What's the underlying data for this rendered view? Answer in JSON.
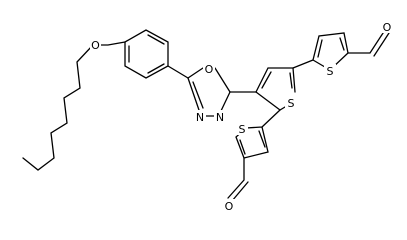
{
  "figure": {
    "kind": "chemical-structure",
    "atom_labels": [
      {
        "id": "o_ether",
        "text": "O"
      },
      {
        "id": "o_ring",
        "text": "O"
      },
      {
        "id": "n_ring_1",
        "text": "N"
      },
      {
        "id": "n_ring_2",
        "text": "N"
      },
      {
        "id": "s_central",
        "text": "S"
      },
      {
        "id": "s_right",
        "text": "S"
      },
      {
        "id": "s_lower",
        "text": "S"
      },
      {
        "id": "o_ald_right",
        "text": "O"
      },
      {
        "id": "o_ald_lower",
        "text": "O"
      }
    ]
  }
}
